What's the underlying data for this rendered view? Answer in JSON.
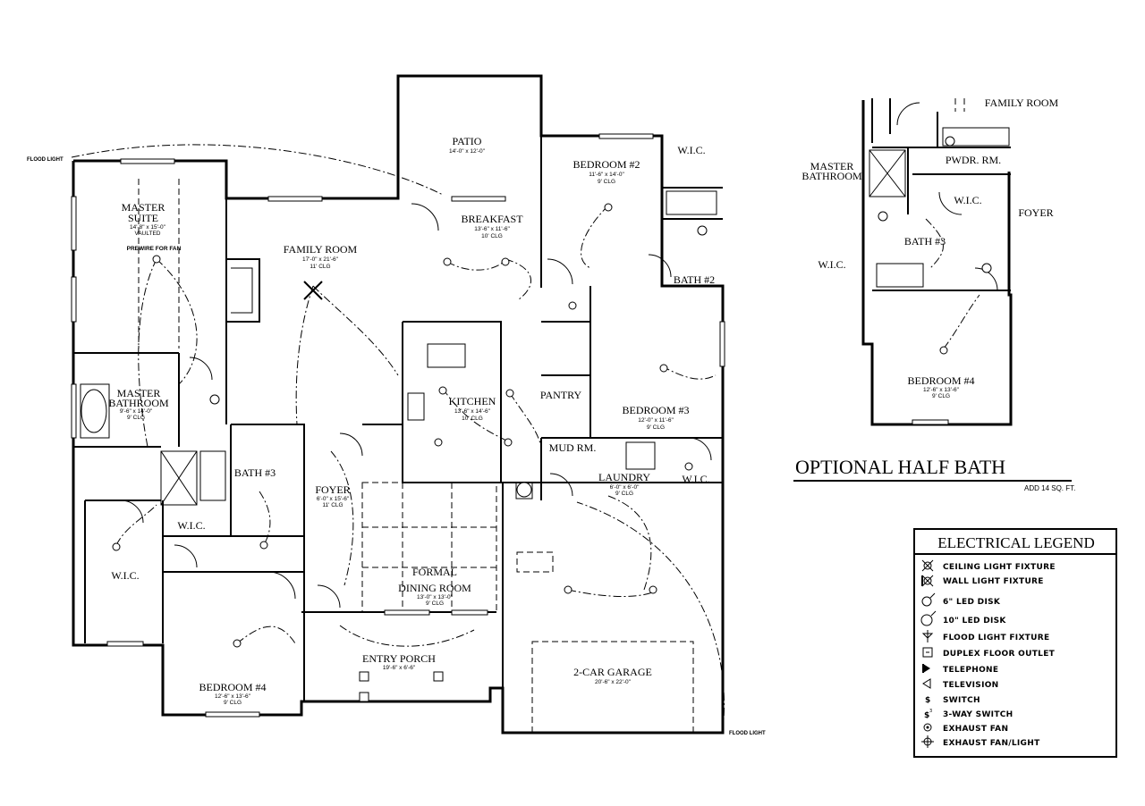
{
  "main_plan": {
    "flood_light_label": "FLOOD LIGHT",
    "rooms": {
      "patio": {
        "name": "PATIO",
        "dims": "14'-0\" x 12'-0\""
      },
      "master_suite": {
        "name_line1": "MASTER",
        "name_line2": "SUITE",
        "dims": "14'-8\" x 15'-0\"",
        "ceiling": "VAULTED",
        "note": "PREWIRE FOR FAN"
      },
      "family_room": {
        "name": "FAMILY ROOM",
        "dims": "17'-0\" x 21'-6\"",
        "ceiling": "11' CLG"
      },
      "breakfast": {
        "name": "BREAKFAST",
        "dims": "13'-6\" x 11'-6\"",
        "ceiling": "10' CLG"
      },
      "bedroom2": {
        "name": "BEDROOM #2",
        "dims": "11'-6\" x 14'-0\"",
        "ceiling": "9' CLG"
      },
      "wic_bed2": {
        "name": "W.I.C."
      },
      "bath2": {
        "name": "BATH #2"
      },
      "master_bathroom": {
        "name_line1": "MASTER",
        "name_line2": "BATHROOM",
        "dims": "9'-6\" x 14'-0\"",
        "ceiling": "9' CLG"
      },
      "kitchen": {
        "name": "KITCHEN",
        "dims": "13'-6\" x 14'-6\"",
        "ceiling": "10' CLG"
      },
      "pantry": {
        "name": "PANTRY"
      },
      "bedroom3": {
        "name": "BEDROOM #3",
        "dims": "12'-0\" x 11'-6\"",
        "ceiling": "9' CLG"
      },
      "mud_room": {
        "name": "MUD RM."
      },
      "laundry": {
        "name": "LAUNDRY",
        "dims": "6'-0\" x 6'-0\"",
        "ceiling": "9' CLG"
      },
      "wic_bed3": {
        "name": "W.I.C."
      },
      "bath3": {
        "name": "BATH #3"
      },
      "foyer": {
        "name": "FOYER",
        "dims": "6'-0\" x 15'-6\"",
        "ceiling": "11' CLG"
      },
      "wic_master": {
        "name": "W.I.C."
      },
      "wic_bed4": {
        "name": "W.I.C."
      },
      "formal_dining": {
        "name_line1": "FORMAL",
        "name_line2": "DINING ROOM",
        "dims": "13'-0\" x 13'-0\"",
        "ceiling": "9' CLG"
      },
      "entry_porch": {
        "name": "ENTRY PORCH",
        "dims": "19'-6\" x 6'-6\""
      },
      "bedroom4": {
        "name": "BEDROOM #4",
        "dims": "12'-6\" x 13'-6\"",
        "ceiling": "9' CLG"
      },
      "garage": {
        "name": "2-CAR GARAGE",
        "dims": "20'-6\" x 22'-0\""
      }
    }
  },
  "optional_plan": {
    "title": "OPTIONAL HALF BATH",
    "subtitle": "ADD 14 SQ. FT.",
    "labels": {
      "family_room": "FAMILY ROOM",
      "master_bathroom_line1": "MASTER",
      "master_bathroom_line2": "BATHROOM",
      "pwdr_rm": "PWDR. RM.",
      "wic_small": "W.I.C.",
      "foyer": "FOYER",
      "bath3": "BATH #3",
      "wic_left": "W.I.C.",
      "bedroom4": "BEDROOM #4",
      "bedroom4_dims": "12'-6\" x 13'-6\"",
      "bedroom4_ceiling": "9' CLG"
    }
  },
  "legend": {
    "title": "ELECTRICAL LEGEND",
    "items": [
      {
        "icon": "ceiling-light-icon",
        "label": "CEILING LIGHT FIXTURE"
      },
      {
        "icon": "wall-light-icon",
        "label": "WALL LIGHT FIXTURE"
      },
      {
        "icon": "led-disk-6-icon",
        "label": "6\" LED DISK"
      },
      {
        "icon": "led-disk-10-icon",
        "label": "10\" LED DISK"
      },
      {
        "icon": "flood-light-icon",
        "label": "FLOOD LIGHT FIXTURE"
      },
      {
        "icon": "floor-outlet-icon",
        "label": "DUPLEX FLOOR OUTLET"
      },
      {
        "icon": "telephone-icon",
        "label": "TELEPHONE"
      },
      {
        "icon": "television-icon",
        "label": "TELEVISION"
      },
      {
        "icon": "switch-icon",
        "label": "SWITCH"
      },
      {
        "icon": "three-way-switch-icon",
        "label": "3-WAY SWITCH"
      },
      {
        "icon": "exhaust-fan-icon",
        "label": "EXHAUST FAN"
      },
      {
        "icon": "exhaust-fan-light-icon",
        "label": "EXHAUST FAN/LIGHT"
      }
    ]
  }
}
